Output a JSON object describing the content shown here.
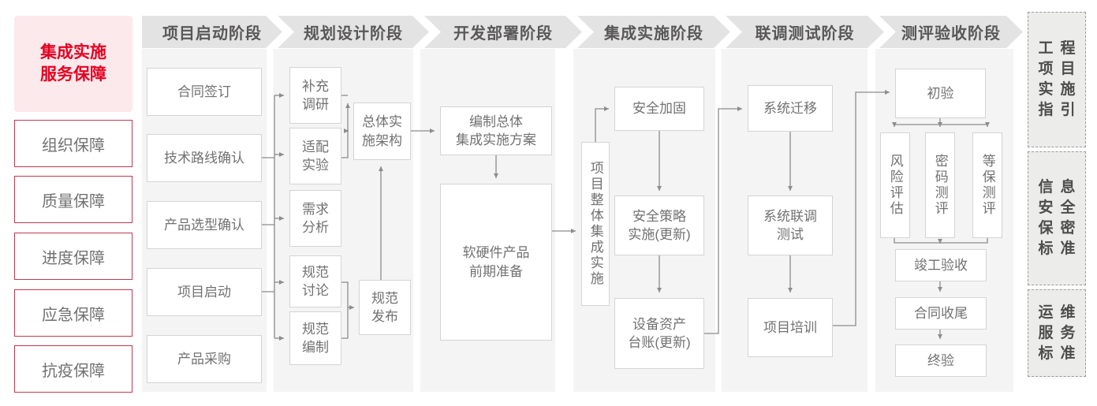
{
  "palette": {
    "column_bg": "#f4f4f4",
    "banner_bg": "#e3e3e3",
    "banner_text": "#595757",
    "box_border": "#d4d4d4",
    "box_text": "#727171",
    "line": "#8c8c8c",
    "sidebar_card_bg": "#fce9ec",
    "sidebar_accent": "#e60021",
    "sidebar_item_border": "#c23a50",
    "standard_bg": "#ececeb",
    "standard_text": "#4d4d4d"
  },
  "sidebar": {
    "title_lines": [
      "集成实施",
      "服务保障"
    ],
    "items": [
      {
        "label": "组织保障"
      },
      {
        "label": "质量保障"
      },
      {
        "label": "进度保障"
      },
      {
        "label": "应急保障"
      },
      {
        "label": "抗疫保障"
      }
    ]
  },
  "phases": [
    {
      "label": "项目启动阶段",
      "boxes": [
        {
          "lines": [
            "合同签订"
          ]
        },
        {
          "lines": [
            "技术路线确认"
          ]
        },
        {
          "lines": [
            "产品选型确认"
          ]
        },
        {
          "lines": [
            "项目启动"
          ]
        },
        {
          "lines": [
            "产品采购"
          ]
        }
      ]
    },
    {
      "label": "规划设计阶段",
      "boxes": [
        {
          "lines": [
            "补充",
            "调研"
          ]
        },
        {
          "lines": [
            "适配",
            "实验"
          ]
        },
        {
          "lines": [
            "需求",
            "分析"
          ]
        },
        {
          "lines": [
            "规范",
            "讨论"
          ]
        },
        {
          "lines": [
            "规范",
            "编制"
          ]
        },
        {
          "lines": [
            "总体实",
            "施架构"
          ]
        },
        {
          "lines": [
            "规范",
            "发布"
          ]
        }
      ]
    },
    {
      "label": "开发部署阶段",
      "boxes": [
        {
          "lines": [
            "编制总体",
            "集成实施方案"
          ]
        },
        {
          "lines": [
            "软硬件产品",
            "前期准备"
          ]
        }
      ]
    },
    {
      "label": "集成实施阶段",
      "boxes": [
        {
          "lines": [
            "项目整体集成实施"
          ],
          "orientation": "vertical"
        },
        {
          "lines": [
            "安全加固"
          ]
        },
        {
          "lines": [
            "安全策略",
            "实施(更新)"
          ]
        },
        {
          "lines": [
            "设备资产",
            "台账(更新)"
          ]
        }
      ]
    },
    {
      "label": "联调测试阶段",
      "boxes": [
        {
          "lines": [
            "系统迁移"
          ]
        },
        {
          "lines": [
            "系统联调",
            "测试"
          ]
        },
        {
          "lines": [
            "项目培训"
          ]
        }
      ]
    },
    {
      "label": "测评验收阶段",
      "boxes": [
        {
          "lines": [
            "初验"
          ]
        },
        {
          "lines": [
            "风险评估"
          ],
          "orientation": "vertical"
        },
        {
          "lines": [
            "密码测评"
          ],
          "orientation": "vertical"
        },
        {
          "lines": [
            "等保测评"
          ],
          "orientation": "vertical"
        },
        {
          "lines": [
            "竣工验收"
          ]
        },
        {
          "lines": [
            "合同收尾"
          ]
        },
        {
          "lines": [
            "终验"
          ]
        }
      ]
    }
  ],
  "standards": [
    {
      "lines": [
        "工程",
        "项目",
        "实施",
        "指引"
      ]
    },
    {
      "lines": [
        "信息",
        "安全",
        "保密",
        "标准"
      ]
    },
    {
      "lines": [
        "运维",
        "服务",
        "标准"
      ]
    }
  ]
}
